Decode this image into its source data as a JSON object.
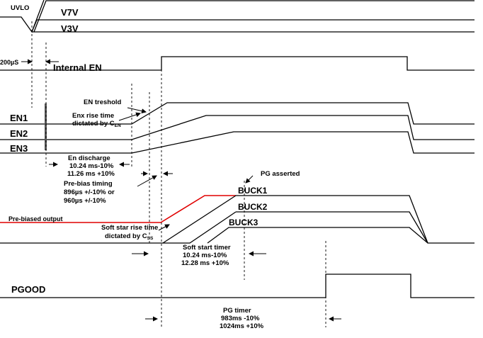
{
  "signals": {
    "uvlo": "UVLO",
    "v7v": "V7V",
    "v3v": "V3V",
    "internal_en": "Internal EN",
    "en1": "EN1",
    "en2": "EN2",
    "en3": "EN3",
    "buck1": "BUCK1",
    "buck2": "BUCK2",
    "buck3": "BUCK3",
    "pgood": "PGOOD"
  },
  "annotations": {
    "delay_200us": "200µS",
    "en_threshold": "EN treshold",
    "enx_rise_line1": "Enx  rise time",
    "enx_rise_line2": "dictated by C",
    "enx_rise_sub": "EN",
    "en_discharge_line1": "En discharge",
    "en_discharge_line2": "10.24 ms-10%",
    "en_discharge_line3": "11.26 ms +10%",
    "prebias_line1": "Pre-bias timing",
    "prebias_line2": "896µs +/-10% or",
    "prebias_line3": "960µs +/-10%",
    "pg_asserted": "PG asserted",
    "prebiased_output": "Pre-biased output",
    "softstart_rise_line1": "Soft star rise time",
    "softstart_rise_line2": "dictated by C",
    "softstart_rise_sub": "SS",
    "softstart_timer_line1": "Soft start timer",
    "softstart_timer_line2": "10.24 ms-10%",
    "softstart_timer_line3": "12.28 ms +10%",
    "pg_timer_line1": "PG timer",
    "pg_timer_line2": "983ms -10%",
    "pg_timer_line3": "1024ms +10%"
  },
  "colors": {
    "signal": "#000000",
    "prebiased_output": "#e00000"
  }
}
